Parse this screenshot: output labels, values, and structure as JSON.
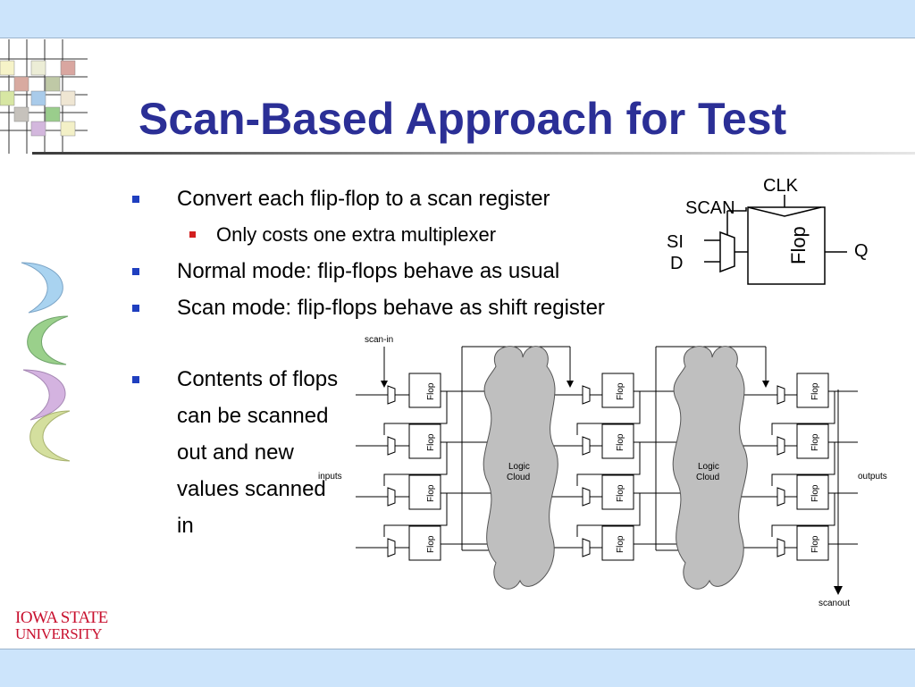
{
  "slide": {
    "title": "Scan-Based Approach for Test",
    "bullets": [
      {
        "level": 1,
        "text": "Convert each flip-flop to a scan register"
      },
      {
        "level": 2,
        "text": "Only costs one extra multiplexer"
      },
      {
        "level": 1,
        "text": "Normal mode: flip-flops behave as usual"
      },
      {
        "level": 1,
        "text": "Scan mode: flip-flops behave as shift register"
      }
    ],
    "contents_bullet": [
      "Contents of flops",
      "can be scanned",
      "out and new",
      "values scanned",
      "in"
    ]
  },
  "scan_cell": {
    "clk": "CLK",
    "scan": "SCAN",
    "si": "SI",
    "d": "D",
    "q": "Q",
    "flop": "Flop"
  },
  "scan_chain": {
    "scan_in": "scan-in",
    "inputs": "inputs",
    "outputs": "outputs",
    "scanout": "scanout",
    "flop": "Flop",
    "logic_cloud": [
      "Logic",
      "Cloud"
    ]
  },
  "logo": {
    "line1": "IOWA STATE",
    "line2": "UNIVERSITY"
  },
  "colors": {
    "title": "#2b2f96",
    "band": "#cce4fb",
    "bullet_l1": "#1f3fbf",
    "bullet_l2": "#d21f1f",
    "cloud": "#bfbfbf",
    "logo": "#c8102e"
  }
}
